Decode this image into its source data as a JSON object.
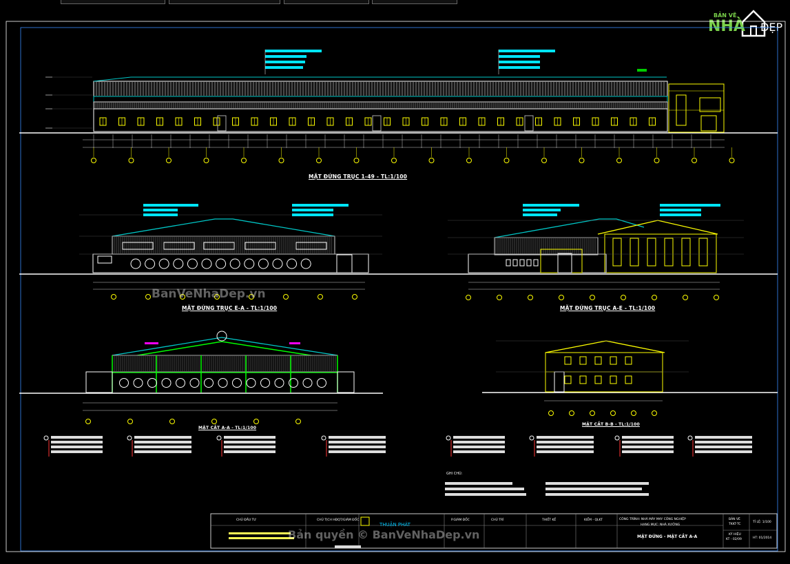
{
  "logo": {
    "line1": "BẢN VẼ",
    "line2": "NHÀ",
    "line3": "ĐẸP"
  },
  "titles": {
    "front_long": "MẶT ĐỨNG TRỤC 1-49 - TL:1/100",
    "front_ea": "MẶT ĐỨNG TRỤC E-A - TL:1/100",
    "front_ae": "MẶT ĐỨNG TRỤC A-E - TL:1/100",
    "section_aa": "MẶT CẮT A-A - TL:1/100",
    "section_bb": "MẶT CẮT B-B - TL:1/100"
  },
  "watermarks": {
    "mid": "BanVeNhaDep.vn",
    "bottom": "Bản quyền © BanVeNhaDep.vn"
  },
  "notes": {
    "heading": "GHI CHÚ:"
  },
  "title_block": {
    "owner_label": "CHỦ ĐẦU TƯ",
    "chairman_label": "CHỦ TỊCH HĐQT/GIÁM ĐỐC",
    "company_name": "THUẬN PHÁT",
    "director_label": "P.GIÁM ĐỐC",
    "chief_label": "CHỦ TRÌ",
    "design_label": "THIẾT KẾ",
    "check_label": "KIỂM - QLKT",
    "project": "CÔNG TRÌNH: NHÀ MÁY MAY CÔNG NGHIỆP",
    "item": "HẠNG MỤC: NHÀ XƯỞNG",
    "drawing_title": "MẶT ĐỨNG - MẶT CẮT A-A",
    "stage_label": "BẢN VẼ",
    "stage_value": "TKKT-TC",
    "scale": "TỈ LỆ: 1/100",
    "sheet_label": "KÝ HIỆU",
    "sheet_value": "KT - 02/09",
    "date": "HT: 01/2014"
  },
  "colors": {
    "background": "#000000",
    "structure": "#ffffff",
    "roof": "#00c8c8",
    "highlight": "#ffff00",
    "frame": "#00ff00",
    "annotation": "#00e5ff",
    "grid": "#ffff00",
    "accent": "#ff00ff"
  }
}
